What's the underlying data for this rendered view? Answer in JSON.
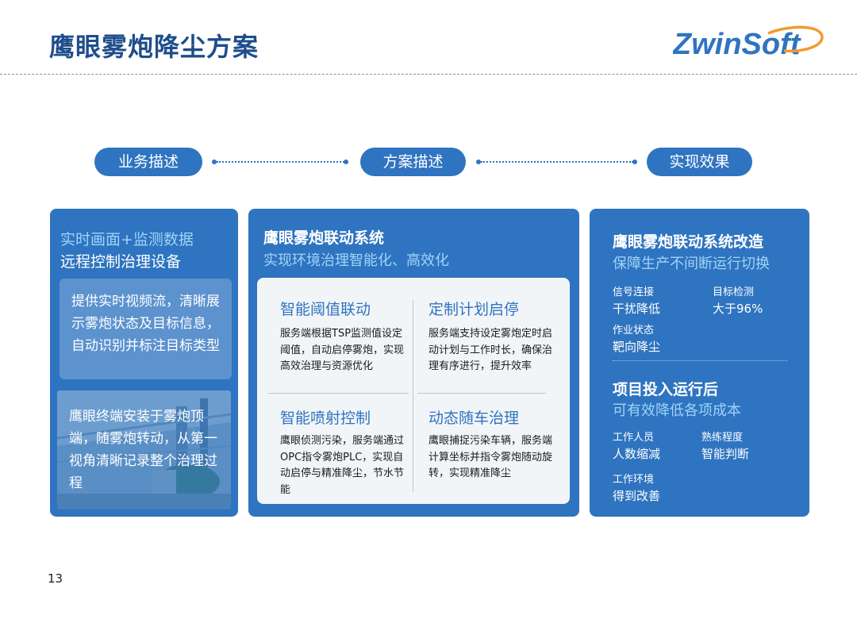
{
  "header": {
    "title": "鹰眼雾炮降尘方案",
    "logo_text": "ZwinSoft"
  },
  "steps": [
    "业务描述",
    "方案描述",
    "实现效果"
  ],
  "left_panel": {
    "heading1": "实时画面+监测数据",
    "heading2": "远程控制治理设备",
    "box_text": "提供实时视频流，清晰展示雾炮状态及目标信息，自动识别并标注目标类型",
    "photo_text": "鹰眼终端安装于雾炮顶端，随雾炮转动，从第一视角清晰记录整个治理过程"
  },
  "middle_panel": {
    "heading1": "鹰眼雾炮联动系统",
    "heading2": "实现环境治理智能化、高效化",
    "quadrants": [
      {
        "title": "智能阈值联动",
        "text": "服务端根据TSP监测值设定阈值，自动启停雾炮，实现高效治理与资源优化"
      },
      {
        "title": "定制计划启停",
        "text": "服务端支持设定雾炮定时启动计划与工作时长，确保治理有序进行，提升效率"
      },
      {
        "title": "智能喷射控制",
        "text": "鹰眼侦测污染，服务端通过OPC指令雾炮PLC，实现自动启停与精准降尘，节水节能"
      },
      {
        "title": "动态随车治理",
        "text": "鹰眼捕捉污染车辆，服务端计算坐标并指令雾炮随动旋转，实现精准降尘"
      }
    ]
  },
  "right_panel": {
    "heading1": "鹰眼雾炮联动系统改造",
    "heading2": "保障生产不间断运行切换",
    "items1": [
      {
        "label": "信号连接",
        "value": "干扰降低"
      },
      {
        "label": "目标检测",
        "value": "大于96%"
      },
      {
        "label": "作业状态",
        "value": "靶向降尘"
      }
    ],
    "heading3": "项目投入运行后",
    "heading4": "可有效降低各项成本",
    "items2": [
      {
        "label": "工作人员",
        "value": "人数缩减"
      },
      {
        "label": "熟练程度",
        "value": "智能判断"
      },
      {
        "label": "工作环境",
        "value": "得到改善"
      }
    ]
  },
  "page_number": "13",
  "colors": {
    "title": "#1e4d8c",
    "accent": "#2f74c0",
    "highlight": "#9fd4f7",
    "card_bg": "#f2f5f8"
  }
}
